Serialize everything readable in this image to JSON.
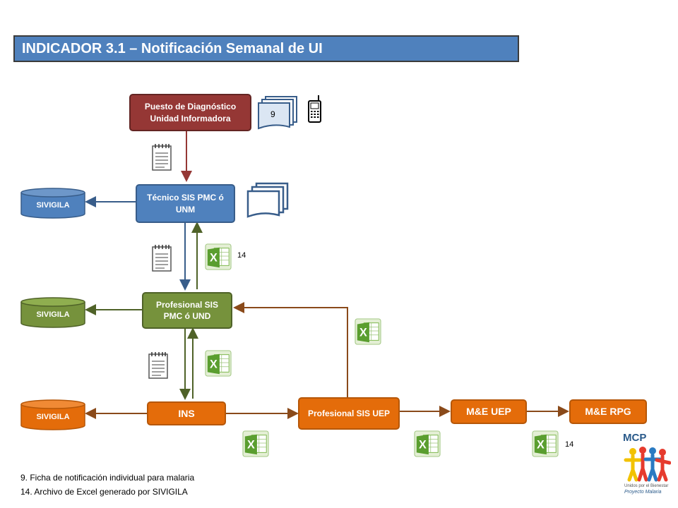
{
  "title": "INDICADOR 3.1 – Notificación Semanal de UI",
  "nodes": {
    "puesto": "Puesto de Diagnóstico Unidad Informadora",
    "tecnico": "Técnico SIS PMC ó UNM",
    "profesional_pmc": "Profesional SIS PMC ó UND",
    "ins": "INS",
    "profesional_uep": "Profesional SIS UEP",
    "me_uep": "M&E UEP",
    "me_rpg": "M&E RPG"
  },
  "databases": {
    "sivigila_1": "SIVIGILA",
    "sivigila_2": "SIVIGILA",
    "sivigila_3": "SIVIGILA"
  },
  "labels": {
    "form_count": "9",
    "excel_ref_1": "14",
    "excel_ref_2": "14"
  },
  "footnotes": {
    "note_9": "9. Ficha de notificación individual para malaria",
    "note_14": "14. Archivo de Excel generado por  SIVIGILA"
  },
  "logo": {
    "name": "MCP",
    "tagline": "Unidos por el Bienestar",
    "project": "Proyecto Malaria"
  },
  "colors": {
    "red": "#953735",
    "blue": "#4f81bd",
    "green": "#76923c",
    "orange": "#e46c0a",
    "excel_green": "#7ab648"
  }
}
